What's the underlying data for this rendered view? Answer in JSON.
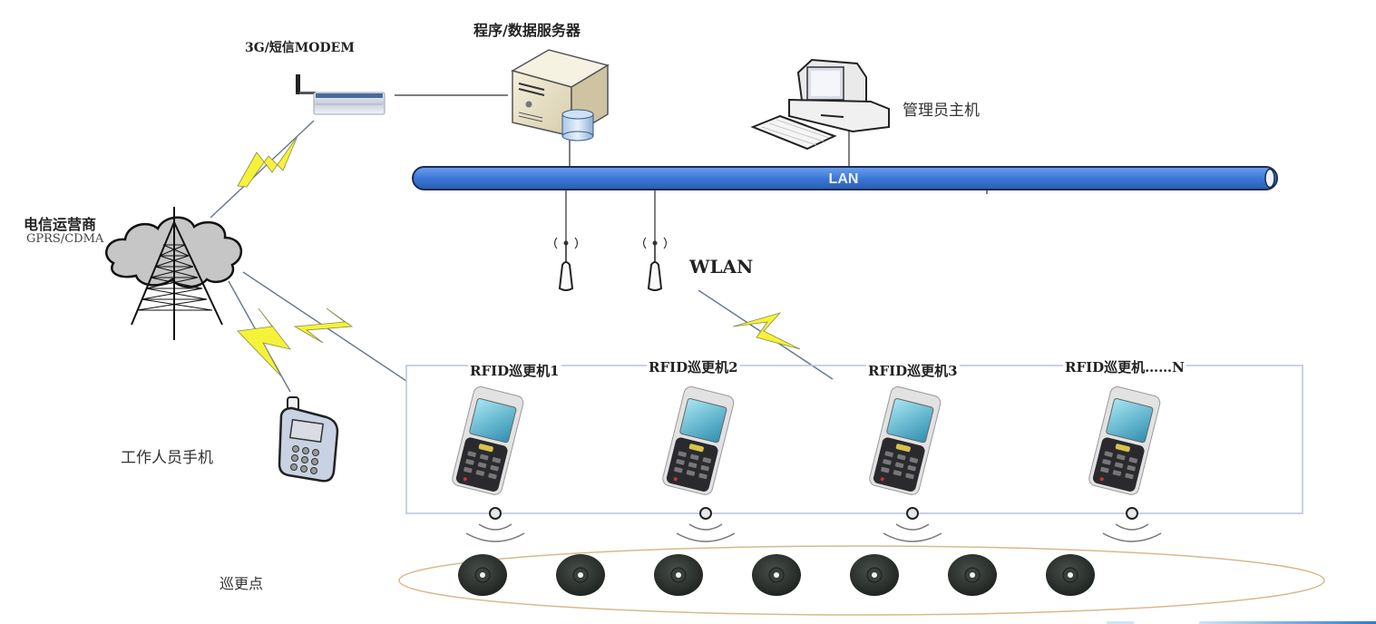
{
  "labels": {
    "modem": "3G/短信MODEM",
    "server": "程序/数据服务器",
    "admin_host": "管理员主机",
    "lan": "LAN",
    "carrier_line1": "电信运营商",
    "carrier_line2": "GPRS/CDMA",
    "wlan": "WLAN",
    "staff_phone": "工作人员手机",
    "patrol_points": "巡更点"
  },
  "rfid_devices": [
    {
      "label": "RFID巡更机1"
    },
    {
      "label": "RFID巡更机2"
    },
    {
      "label": "RFID巡更机3"
    },
    {
      "label": "RFID巡更机……N"
    }
  ],
  "patrol_tags_count": 7,
  "colors": {
    "lan_bus": "#3b78d8",
    "lightning": "#f6f23a",
    "cloud": "#c8c8c8",
    "ellipse": "#d9b98a",
    "frame": "#b8c4d8"
  }
}
